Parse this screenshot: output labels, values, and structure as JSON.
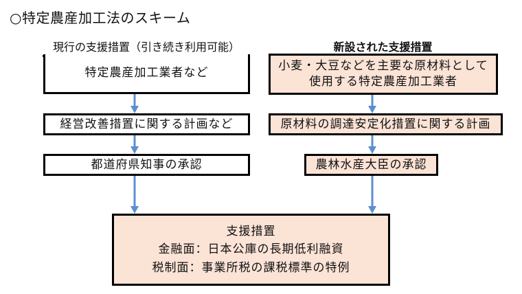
{
  "title": "○特定農産加工法のスキーム",
  "colors": {
    "arrow": "#5b8fd0",
    "peach_fill": "#fbe3d6",
    "border": "#000000"
  },
  "left_column": {
    "header": "現行の支援措置（引き続き利用可能）",
    "steps": [
      "特定農産加工業者など",
      "経営改善措置に関する計画など",
      "都道府県知事の承認"
    ]
  },
  "right_column": {
    "header": "新設された支援措置",
    "steps": [
      {
        "lines": [
          "小麦・大豆などを主要な原材料として",
          "使用する特定農産加工業者"
        ]
      },
      {
        "lines": [
          "原材料の調達安定化措置に関する計画"
        ]
      },
      {
        "lines": [
          "農林水産大臣の承認"
        ]
      }
    ]
  },
  "result_box": {
    "title": "支援措置",
    "lines": [
      "金融面：日本公庫の長期低利融資",
      "税制面：事業所税の課税標準の特例"
    ]
  }
}
